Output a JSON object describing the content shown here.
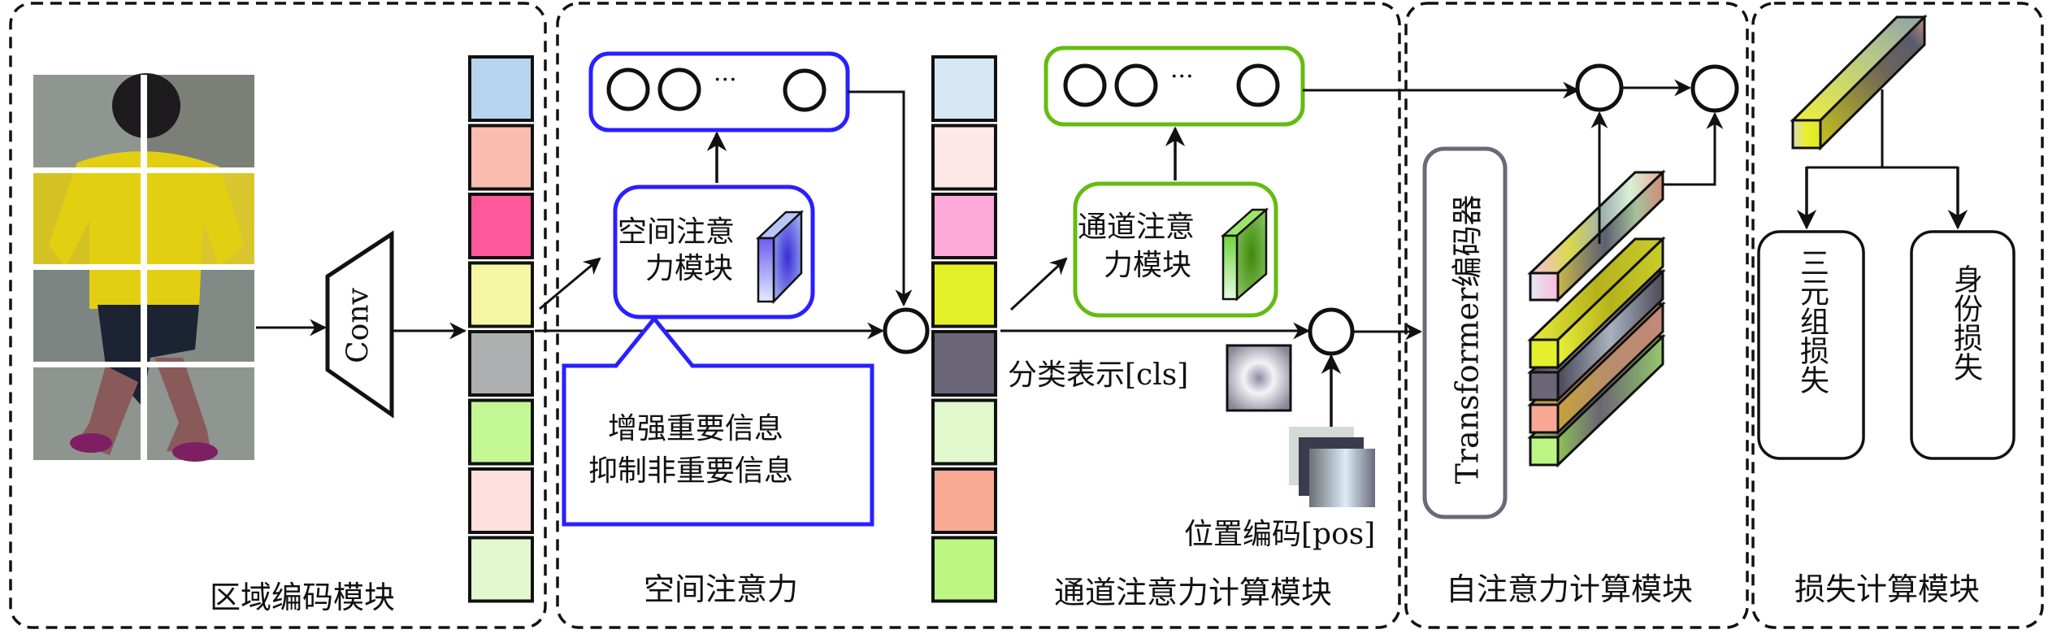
{
  "figure": {
    "panels": [
      {
        "id": "region-encoding",
        "title": "区域编码模块"
      },
      {
        "id": "spatial-attention",
        "title": "空间注意力"
      },
      {
        "id": "channel-attention",
        "title": "通道注意力计算模块"
      },
      {
        "id": "self-attention",
        "title": "自注意力计算模块"
      },
      {
        "id": "loss",
        "title": "损失计算模块"
      }
    ],
    "conv_label": "Conv",
    "spatial_module_label_line1": "空间注意",
    "spatial_module_label_line2": "力模块",
    "spatial_callout_line1": "增强重要信息",
    "spatial_callout_line2": "抑制非重要信息",
    "channel_module_label_line1": "通道注意",
    "channel_module_label_line2": "力模块",
    "ellipsis": "···",
    "cls_label": "分类表示[cls]",
    "pos_label": "位置编码[pos]",
    "transformer_label": "Transformer编码器",
    "triplet_loss_label": "三元组损失",
    "id_loss_label": "身份损失",
    "colors": {
      "spatial_accent": "#2a1fff",
      "channel_accent": "#66bb11",
      "transformer_border": "#6b6878",
      "dashed_border": "#111111"
    },
    "feature_vector_1_colors": [
      "#b6d4ee",
      "#f9bcaf",
      "#fe589c",
      "#f6f7a4",
      "#aeafb0",
      "#c2f793",
      "#fde0df",
      "#e3f8cf"
    ],
    "feature_vector_2_colors": [
      "#d6e8f4",
      "#fee8e7",
      "#fdaadb",
      "#e4f028",
      "#6a6677",
      "#e0f8cc",
      "#f9aa93",
      "#bdf682"
    ],
    "token_bar_front_colors": [
      "#e4f02c",
      "#6a6677",
      "#f8a893",
      "#bcf583"
    ]
  }
}
